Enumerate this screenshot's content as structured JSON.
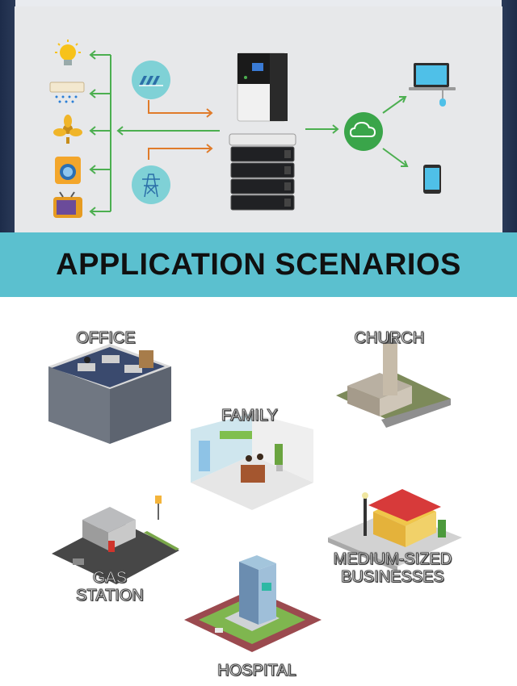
{
  "banner": {
    "title": "APPLICATION SCENARIOS"
  },
  "diagram": {
    "appliances": [
      "light-bulb-icon",
      "air-conditioner-icon",
      "fan-icon",
      "washing-machine-icon",
      "television-icon"
    ],
    "sources": [
      "solar-panel-icon",
      "power-grid-icon"
    ],
    "devices": [
      "inverter",
      "battery-stack"
    ],
    "outputs": [
      "cloud-icon",
      "laptop-icon",
      "smartphone-icon"
    ],
    "colors": {
      "arrow_green": "#4caf50",
      "arrow_orange": "#e07b2a",
      "cloud_green": "#3aa54a",
      "banner": "#5bc0cf"
    }
  },
  "scenarios": {
    "office": "OFFICE",
    "church": "CHURCH",
    "family": "FAMILY",
    "gas_station": [
      "GAS",
      "STATION"
    ],
    "medium_businesses": [
      "MEDIUM-SIZED",
      "BUSINESSES"
    ],
    "hospital": "HOSPITAL"
  }
}
